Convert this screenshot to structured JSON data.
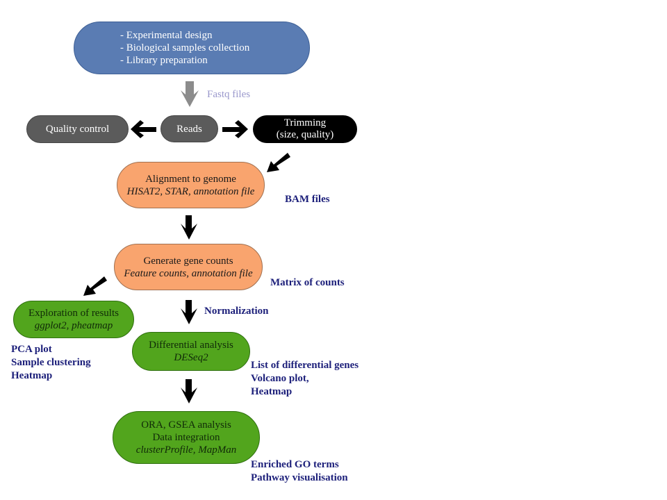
{
  "nodes": {
    "design": {
      "lines": [
        "- Experimental design",
        "- Biological samples collection",
        "- Library preparation"
      ]
    },
    "quality_control": {
      "label": "Quality control"
    },
    "reads": {
      "label": "Reads"
    },
    "trimming": {
      "lines": [
        "Trimming",
        "(size, quality)"
      ]
    },
    "alignment": {
      "title": "Alignment to genome",
      "tools": "HISAT2, STAR, annotation file"
    },
    "gene_counts": {
      "title": "Generate gene counts",
      "tools": "Feature counts, annotation file"
    },
    "exploration": {
      "title": "Exploration of results",
      "tools": "ggplot2, pheatmap"
    },
    "differential": {
      "title": "Differential analysis",
      "tools": "DESeq2"
    },
    "enrichment": {
      "lines": [
        "ORA, GSEA analysis",
        "Data integration"
      ],
      "tools": "clusterProfile, MapMan"
    }
  },
  "edge_labels": {
    "fastq": "Fastq files",
    "bam": "BAM files",
    "matrix": "Matrix of counts",
    "normalization": "Normalization"
  },
  "outputs": {
    "exploration": [
      "PCA plot",
      "Sample clustering",
      "Heatmap"
    ],
    "differential": [
      "List of differential genes",
      "Volcano plot,",
      "Heatmap"
    ],
    "enrichment": [
      "Enriched GO terms",
      "Pathway visualisation"
    ]
  },
  "colors": {
    "design_fill": "#5a7cb3",
    "reads_fill": "#5b5b5b",
    "trimming_fill": "#000000",
    "alignment_fill": "#f9a46e",
    "analysis_fill": "#52a51d",
    "output_text": "#1c1f7a",
    "fastq_text": "#9a98cc"
  }
}
